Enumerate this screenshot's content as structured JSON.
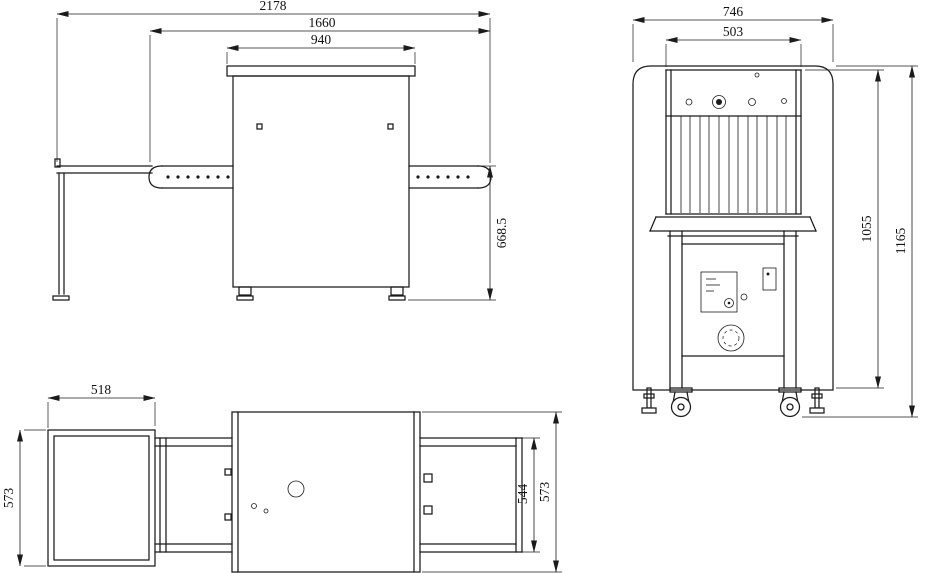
{
  "drawing": {
    "type": "dimensional-drawing",
    "subject": "x-ray-baggage-scanner",
    "line_color": "#1b1b1b",
    "views": {
      "side": {
        "dims": {
          "overall_length": "2178",
          "conveyor_length": "1660",
          "body_length": "940",
          "belt_height": "668.5"
        }
      },
      "front": {
        "dims": {
          "overall_width": "746",
          "tunnel_width": "503",
          "cabinet_height": "1055",
          "overall_height": "1165"
        }
      },
      "top": {
        "dims": {
          "entry_table_length": "518",
          "overall_depth_left": "573",
          "exit_conveyor_width": "544",
          "overall_depth_right": "573"
        }
      }
    }
  }
}
